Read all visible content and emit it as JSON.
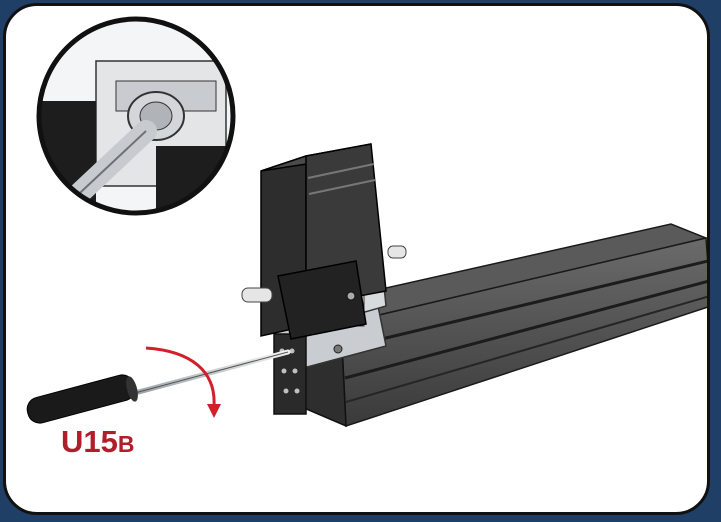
{
  "step": {
    "code": "U15",
    "suffix": "B"
  },
  "colors": {
    "background": "#1f3f66",
    "frame_border": "#111111",
    "label": "#b11d2b",
    "arrow": "#d11f2b",
    "body_dark": "#2b2b2b",
    "body_mid": "#4a4a4a",
    "metal": "#c9cdd2"
  },
  "icons": {
    "detail": "zoom-detail-inset",
    "action": "rotate-clockwise-arrow",
    "tool": "screwdriver"
  }
}
